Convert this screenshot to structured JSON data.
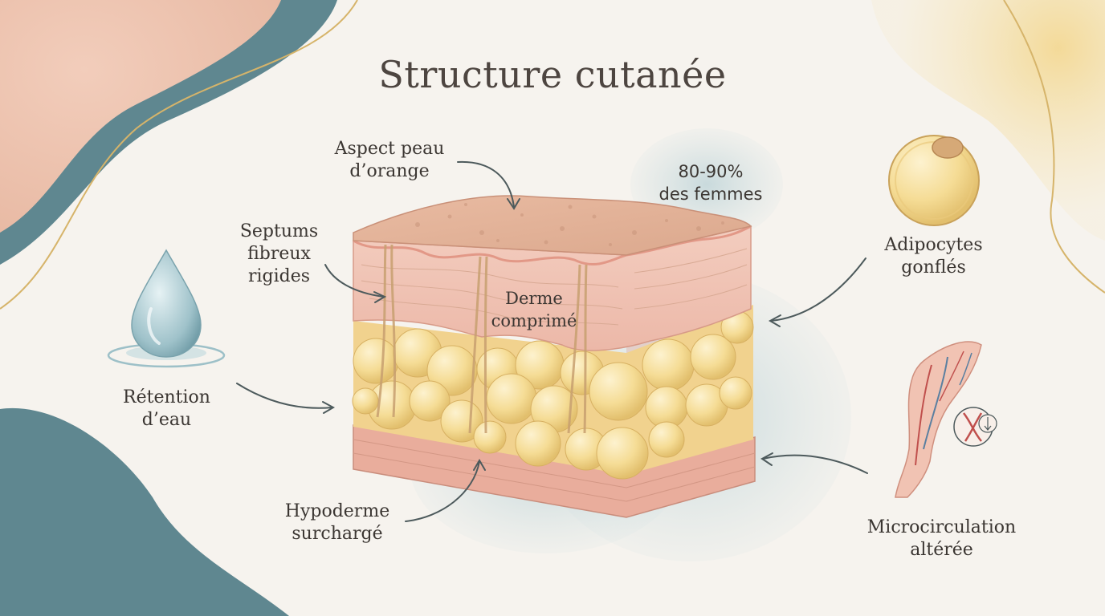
{
  "title": "Structure cutanée",
  "labels": {
    "orange_peel": "Aspect peau\nd’orange",
    "stat": "80-90%\ndes femmes",
    "septums": "Septums\nfibreux\nrigides",
    "derme": "Derme\ncomprimé",
    "adipocytes": "Adipocytes\ngonflés",
    "retention": "Rétention\nd’eau",
    "hypoderme": "Hypoderme\nsurchargé",
    "microcirculation": "Microcirculation\naltérée"
  },
  "icons": {
    "water": "water-drop-icon",
    "cell": "adipocyte-cell-icon",
    "leg": "leg-veins-icon",
    "skin": "skin-cross-section-illustration"
  },
  "colors": {
    "teal": "#5f8790",
    "peach": "#efc7b4",
    "yellow": "#f3dc9e",
    "gold_line": "#d6b46a",
    "arrow": "#4d5a5c",
    "fat": "#f5dc95",
    "skin": "#f0c0b0"
  }
}
